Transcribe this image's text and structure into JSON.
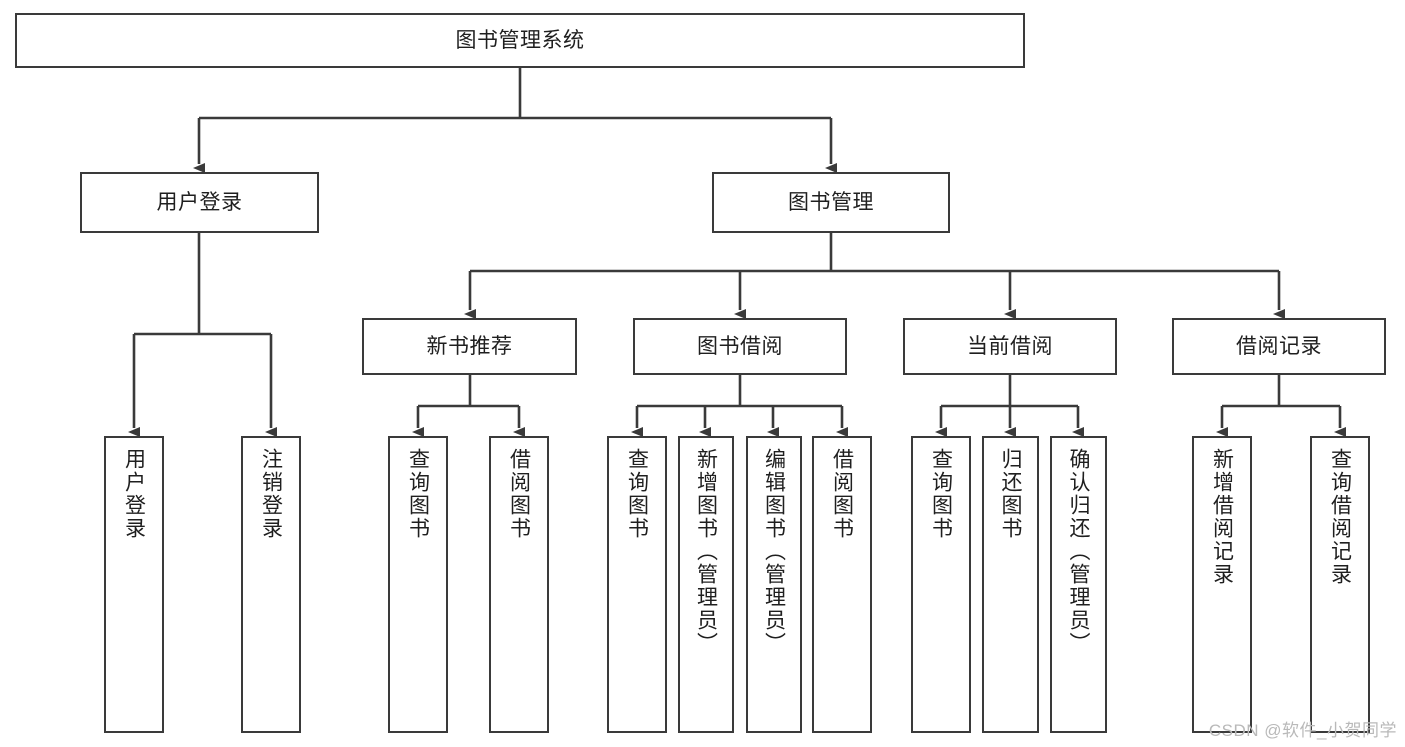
{
  "diagram": {
    "title": "图书管理系统",
    "type": "hierarchy-tree",
    "line_color": "#3a3a3a",
    "box_fill": "#ffffff",
    "text_color": "#1f1f1f",
    "levels": 4,
    "root": {
      "label": "图书管理系统",
      "children": [
        {
          "label": "用户登录",
          "children": [
            {
              "label": "用户登录"
            },
            {
              "label": "注销登录"
            }
          ]
        },
        {
          "label": "图书管理",
          "children": [
            {
              "label": "新书推荐",
              "children": [
                {
                  "label": "查询图书"
                },
                {
                  "label": "借阅图书"
                }
              ]
            },
            {
              "label": "图书借阅",
              "children": [
                {
                  "label": "查询图书"
                },
                {
                  "label": "新增图书（管理员）"
                },
                {
                  "label": "编辑图书（管理员）"
                },
                {
                  "label": "借阅图书"
                }
              ]
            },
            {
              "label": "当前借阅",
              "children": [
                {
                  "label": "查询图书"
                },
                {
                  "label": "归还图书"
                },
                {
                  "label": "确认归还（管理员）"
                }
              ]
            },
            {
              "label": "借阅记录",
              "children": [
                {
                  "label": "新增借阅记录"
                },
                {
                  "label": "查询借阅记录"
                }
              ]
            }
          ]
        }
      ]
    }
  },
  "nodes": {
    "root": "图书管理系统",
    "l1_user_login": "用户登录",
    "l1_book_mgmt": "图书管理",
    "l2_new_book_rec": "新书推荐",
    "l2_book_borrow": "图书借阅",
    "l2_current_borrow": "当前借阅",
    "l2_borrow_record": "借阅记录",
    "leaf_user_login": "用户登录",
    "leaf_user_logout": "注销登录",
    "leaf_rec_query_book": "查询图书",
    "leaf_rec_borrow_book": "借阅图书",
    "leaf_bb_query_book": "查询图书",
    "leaf_bb_add_book": "新增图书（管理员）",
    "leaf_bb_edit_book": "编辑图书（管理员）",
    "leaf_bb_borrow_book": "借阅图书",
    "leaf_cb_query_book": "查询图书",
    "leaf_cb_return_book": "归还图书",
    "leaf_cb_confirm_return": "确认归还（管理员）",
    "leaf_br_add_record": "新增借阅记录",
    "leaf_br_query_record": "查询借阅记录"
  },
  "watermark": {
    "text": "CSDN @软件_小贺同学"
  }
}
